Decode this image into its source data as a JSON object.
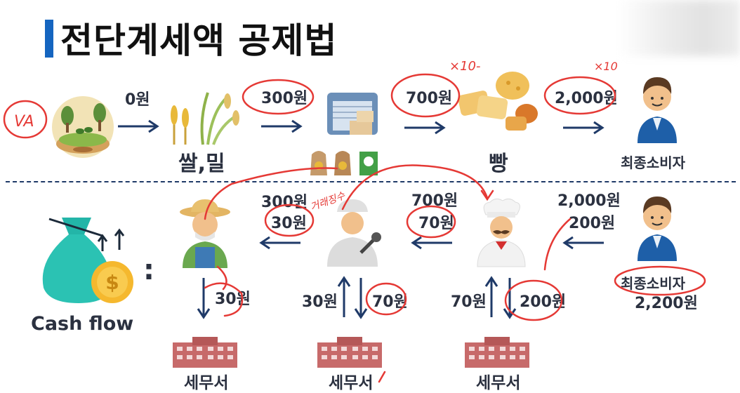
{
  "title": "전단계세액 공제법",
  "top_row": {
    "stage1_price": "0원",
    "stage2_label": "쌀,밀",
    "stage2_price": "300원",
    "stage3_price": "700원",
    "stage4_label": "빵",
    "stage4_price": "2,000원",
    "consumer_label": "최종소비자"
  },
  "bottom_row": {
    "farmer_sales": "300원",
    "farmer_tax": "30원",
    "miller_sales": "700원",
    "miller_tax": "70원",
    "consumer_sales": "2,000원",
    "consumer_tax": "200원",
    "consumer_label": "최종소비자",
    "consumer_total": "2,200원",
    "pay_farmer": "30원",
    "recv_miller": "30원",
    "pay_miller": "70원",
    "recv_baker": "70원",
    "pay_baker": "200원",
    "office1": "세무서",
    "office2": "세무서",
    "office3": "세무서",
    "cashflow": "Cash flow",
    "cashflow_colon": ":"
  },
  "annotations": {
    "va": "VA",
    "x10_a": "×10-",
    "x10_b": "×10",
    "scribble": "거래징수"
  },
  "colors": {
    "accent": "#1565c0",
    "ink": "#2b3140",
    "arrow": "#1f3a68",
    "pen": "#e53935"
  }
}
